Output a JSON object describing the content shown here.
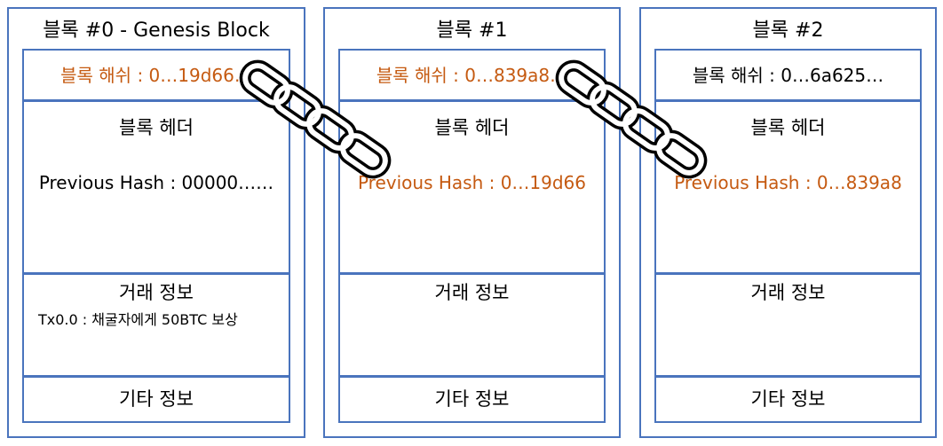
{
  "colors": {
    "border": "#4a74bd",
    "highlight": "#c55a11",
    "text": "#000000"
  },
  "blocks": [
    {
      "title": "블록 #0 - Genesis Block",
      "hash": "블록 해쉬 : 0…19d66…",
      "hash_highlight": true,
      "header_title": "블록 헤더",
      "prev_hash": "Previous Hash : 00000……",
      "prev_highlight": false,
      "tx_title": "거래 정보",
      "tx_detail": "Tx0.0 : 채굴자에게 50BTC 보상",
      "etc_title": "기타 정보"
    },
    {
      "title": "블록 #1",
      "hash": "블록 해쉬 : 0…839a8…",
      "hash_highlight": true,
      "header_title": "블록 헤더",
      "prev_hash": "Previous Hash : 0…19d66",
      "prev_highlight": true,
      "tx_title": "거래 정보",
      "tx_detail": "",
      "etc_title": "기타 정보"
    },
    {
      "title": "블록 #2",
      "hash": "블록 해쉬 : 0…6a625…",
      "hash_highlight": false,
      "header_title": "블록 헤더",
      "prev_hash": "Previous Hash : 0…839a8",
      "prev_highlight": true,
      "tx_title": "거래 정보",
      "tx_detail": "",
      "etc_title": "기타 정보"
    }
  ],
  "chain_links": [
    {
      "icon": "chain-link-icon"
    },
    {
      "icon": "chain-link-icon"
    }
  ]
}
